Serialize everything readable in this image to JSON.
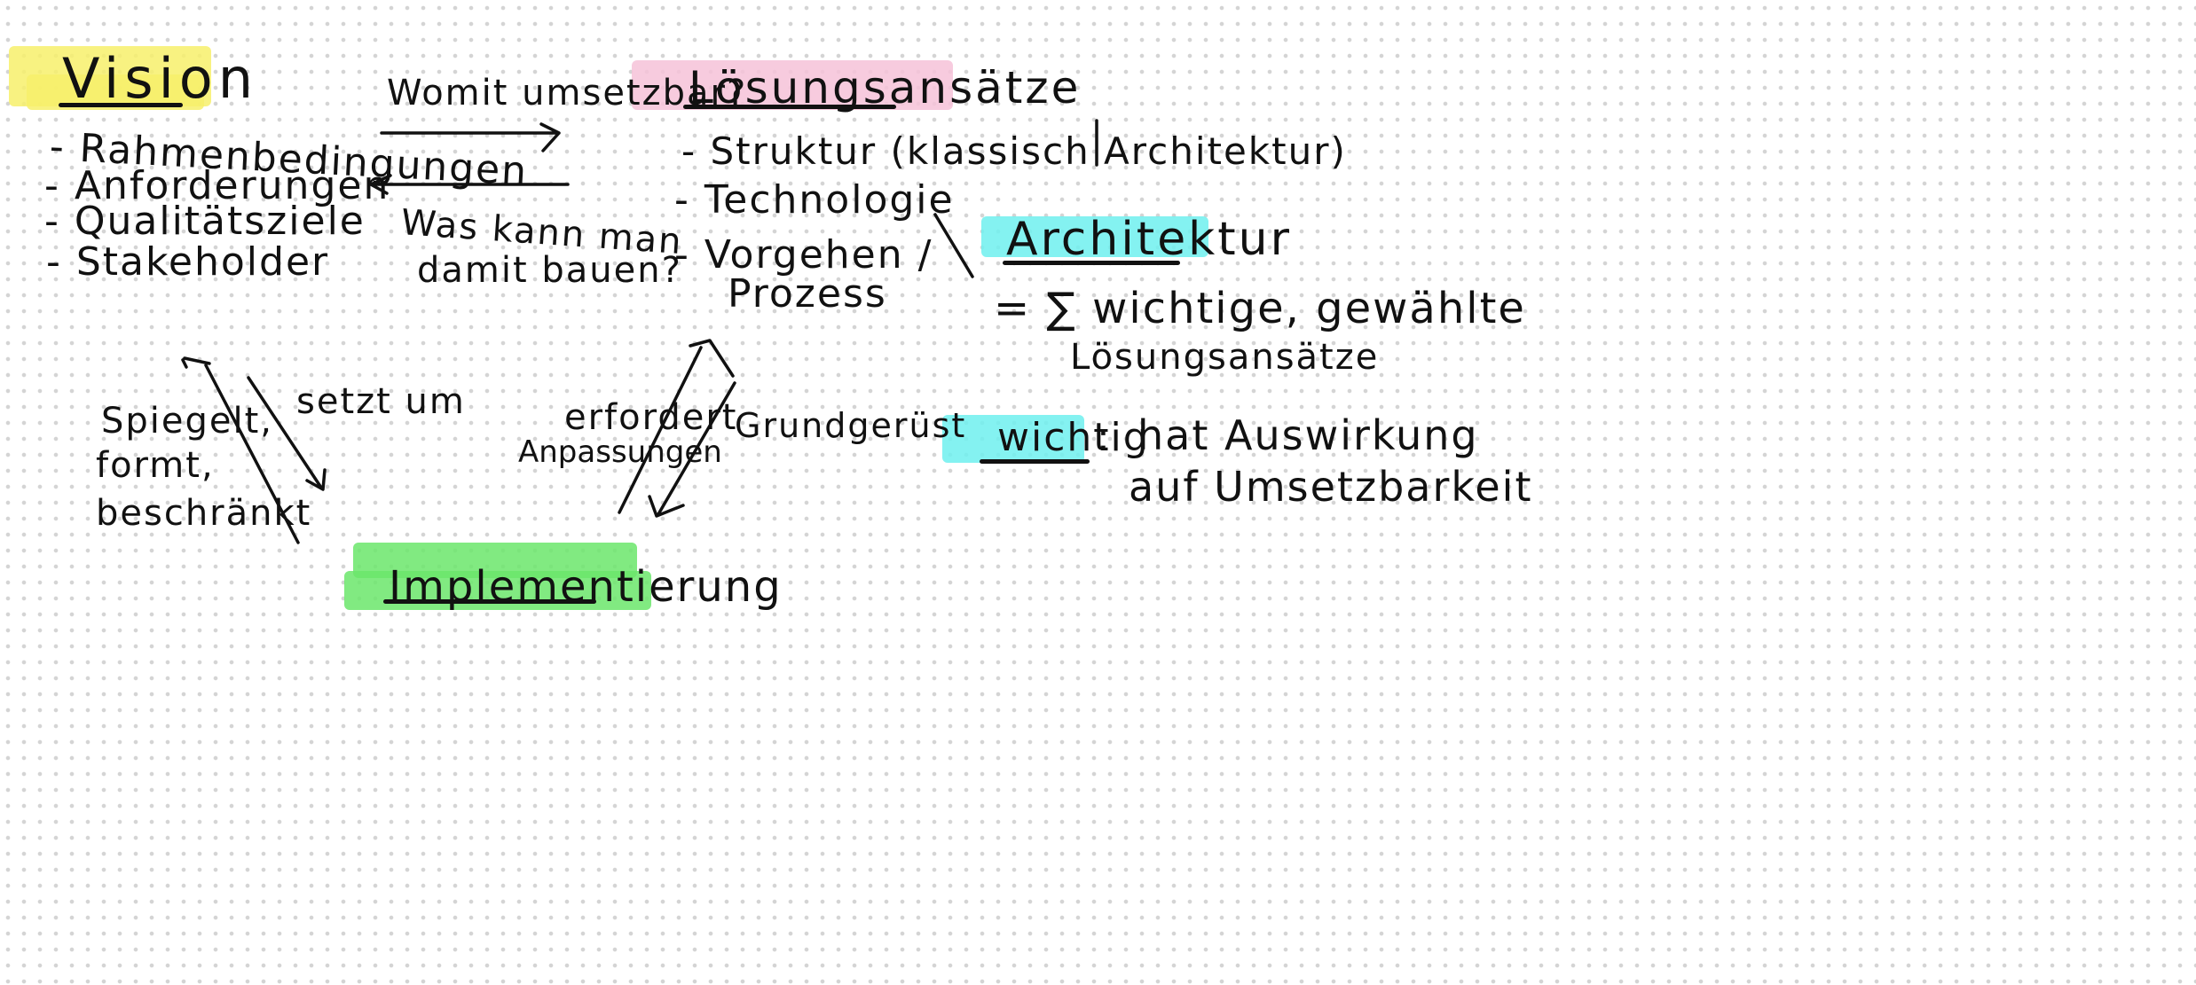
{
  "colors": {
    "yellow": "#f7f06b",
    "pink": "#f6c2d8",
    "cyan": "#6ff0ee",
    "green": "#6be66b"
  },
  "vision": {
    "title": "Vision",
    "items": [
      "- Rahmenbedingungen",
      "- Anforderungen",
      "- Qualitätsziele",
      "- Stakeholder"
    ]
  },
  "solutions": {
    "title": "Lösungsansätze",
    "items": [
      "- Struktur (klassisch Architektur)",
      "- Technologie",
      "- Vorgehen /",
      "Prozess"
    ]
  },
  "architecture": {
    "title": "Architektur",
    "definition_line1": "= ∑ wichtige, gewählte",
    "definition_line2": "Lösungsansätze"
  },
  "important": {
    "keyword": "wichtig",
    "colon": ":",
    "explanation_line1": "hat Auswirkung",
    "explanation_line2": "auf Umsetzbarkeit"
  },
  "implementation": {
    "title": "Implementierung"
  },
  "arrows": {
    "top_question": "Womit umsetzbar?",
    "bottom_question_line1": "Was kann man",
    "bottom_question_line2": "damit bauen?",
    "left_up_label_line1": "Spiegelt,",
    "left_up_label_line2": "formt,",
    "left_up_label_line3": "beschränkt",
    "left_down_label": "setzt um",
    "right_up_label_line1": "erfordert",
    "right_up_label_line2": "Anpassungen",
    "right_down_label": "Grundgerüst"
  }
}
